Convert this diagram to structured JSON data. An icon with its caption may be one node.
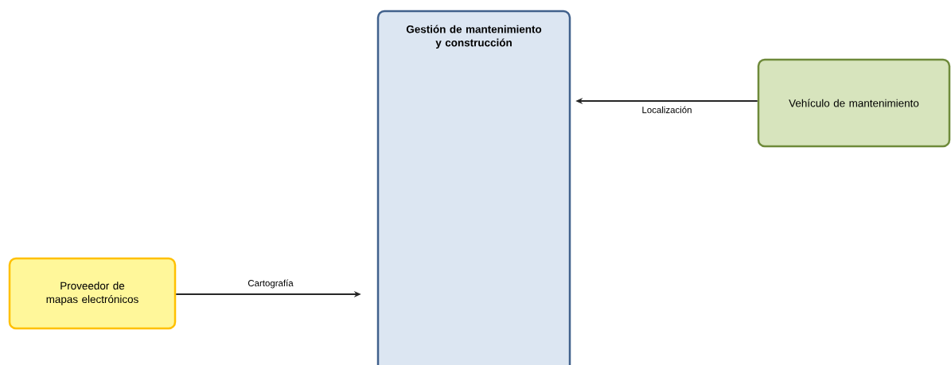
{
  "diagram": {
    "nodes": [
      {
        "text": [
          "Gestión de mantenimiento y construcción"
        ]
      },
      {
        "text": [
          "Vehículo de mantenimiento"
        ]
      },
      {
        "text": [
          "Proveedor de mapas electrónicos"
        ]
      }
    ],
    "edges": [
      {
        "from": 1,
        "to": 0,
        "arrow": "to",
        "label": "Localización"
      },
      {
        "from": 2,
        "to": 0,
        "arrow": "to",
        "label": "Cartografía"
      }
    ]
  }
}
